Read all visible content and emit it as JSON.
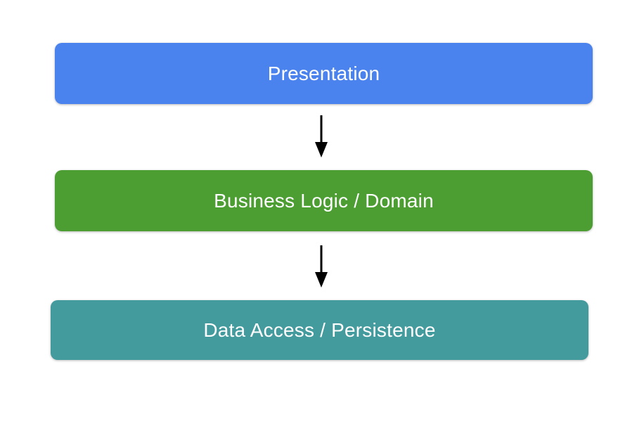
{
  "diagram": {
    "type": "layered-architecture",
    "background_color": "#ffffff",
    "text_color": "#ffffff",
    "arrow_color": "#000000",
    "layers": [
      {
        "label": "Presentation",
        "color": "#4a82ee"
      },
      {
        "label": "Business Logic / Domain",
        "color": "#4c9e33"
      },
      {
        "label": "Data Access / Persistence",
        "color": "#439b9d"
      }
    ],
    "connections": [
      {
        "from": "Presentation",
        "to": "Business Logic / Domain",
        "direction": "down"
      },
      {
        "from": "Business Logic / Domain",
        "to": "Data Access / Persistence",
        "direction": "down"
      }
    ]
  }
}
